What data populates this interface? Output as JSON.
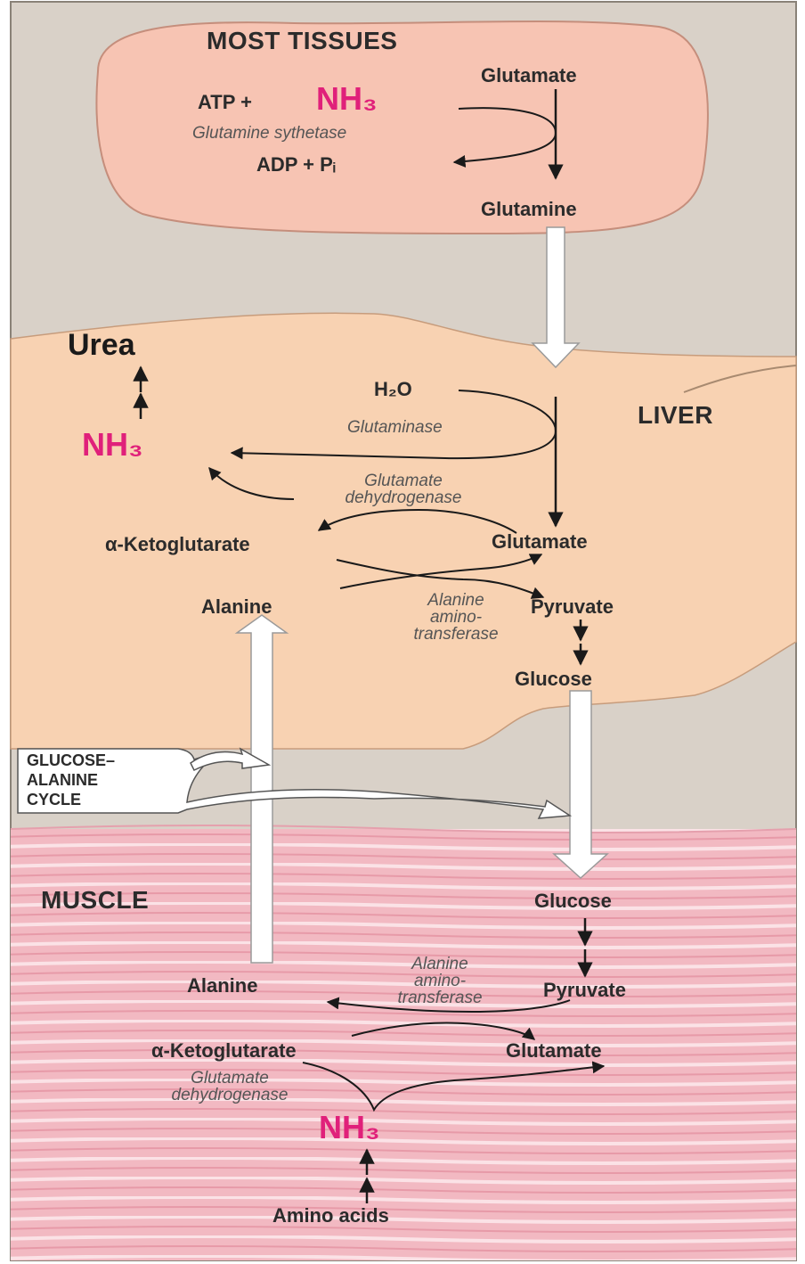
{
  "colors": {
    "background": "#d9d1c8",
    "tissue_blob": "#f7c4b3",
    "liver": "#f8d2b2",
    "muscle_band": "#f2b9c2",
    "ammonia_pink": "#e0207a"
  },
  "most_tissues": {
    "title": "MOST TISSUES",
    "glutamate": "Glutamate",
    "atp_plus": "ATP +",
    "nh3": "NH₃",
    "enzyme": "Glutamine sythetase",
    "adp_pi": "ADP + Pᵢ",
    "glutamine": "Glutamine"
  },
  "liver": {
    "title": "LIVER",
    "urea": "Urea",
    "h2o": "H₂O",
    "glutaminase": "Glutaminase",
    "nh3": "NH₃",
    "gdh_line1": "Glutamate",
    "gdh_line2": "dehydrogenase",
    "alpha_kg": "α-Ketoglutarate",
    "glutamate": "Glutamate",
    "alanine": "Alanine",
    "alt_line1": "Alanine",
    "alt_line2": "amino-",
    "alt_line3": "transferase",
    "pyruvate": "Pyruvate",
    "glucose": "Glucose"
  },
  "cycle": {
    "line1": "GLUCOSE–",
    "line2": "ALANINE",
    "line3": "CYCLE"
  },
  "muscle": {
    "title": "MUSCLE",
    "glucose": "Glucose",
    "alt_line1": "Alanine",
    "alt_line2": "amino-",
    "alt_line3": "transferase",
    "alanine": "Alanine",
    "pyruvate": "Pyruvate",
    "alpha_kg": "α-Ketoglutarate",
    "glutamate": "Glutamate",
    "gdh_line1": "Glutamate",
    "gdh_line2": "dehydrogenase",
    "nh3": "NH₃",
    "amino_acids": "Amino acids"
  }
}
